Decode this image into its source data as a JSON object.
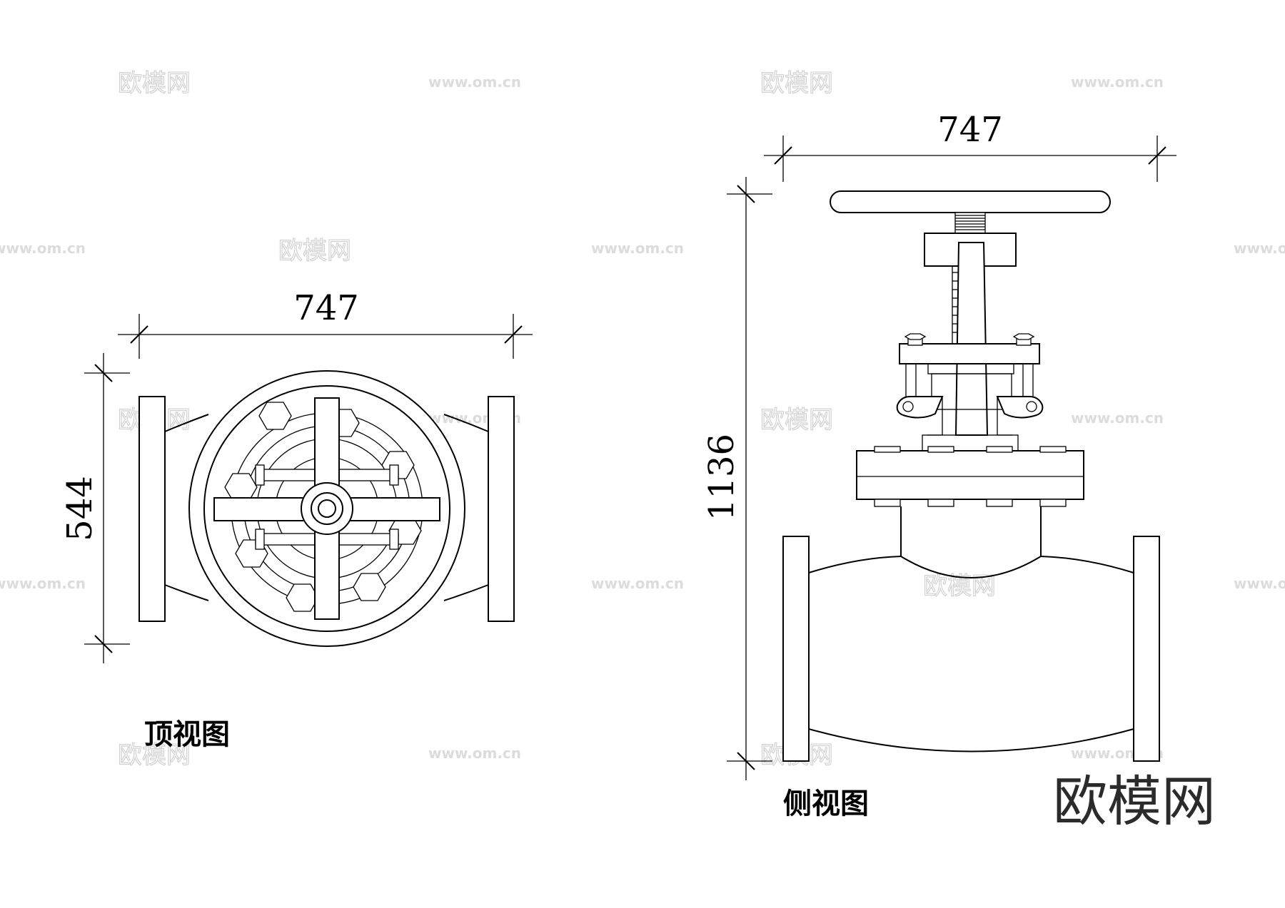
{
  "watermark": {
    "brand": "欧模网",
    "url": "www.om.cn"
  },
  "logo": {
    "text": "欧模网"
  },
  "top_view": {
    "caption": "顶视图",
    "dim_width": "747",
    "dim_height": "544"
  },
  "side_view": {
    "caption": "侧视图",
    "dim_width": "747",
    "dim_height": "1136"
  }
}
